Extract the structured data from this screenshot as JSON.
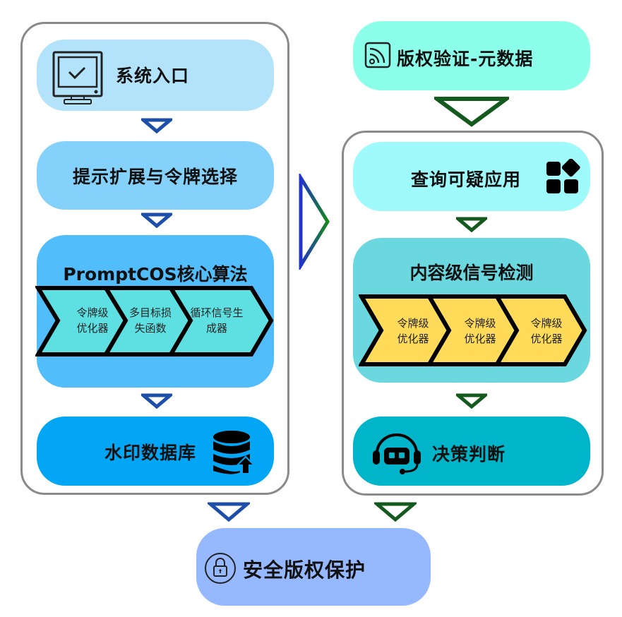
{
  "left_column": {
    "system_entry": {
      "label": "系统入口",
      "icon": "monitor-check-icon",
      "color": "#b3e3fb"
    },
    "prompt_expansion": {
      "label": "提示扩展与令牌选择",
      "color": "#84d1fb"
    },
    "core_algorithm": {
      "title": "PromptCOS核心算法",
      "color": "#52bdfb",
      "chevron_color": "#5ee0e2",
      "steps": [
        {
          "line1": "令牌级",
          "line2": "优化器"
        },
        {
          "line1": "多目标损",
          "line2": "失函数"
        },
        {
          "line1": "循环信号生",
          "line2": "成器"
        }
      ]
    },
    "watermark_db": {
      "label": "水印数据库",
      "icon": "database-upload-icon",
      "color": "#02a6f4"
    },
    "arrow_color": "#1d4fa8"
  },
  "right_column": {
    "copyright_verify": {
      "label": "版权验证-元数据",
      "icon": "rss-feed-icon",
      "color": "#8bffea"
    },
    "query_suspect": {
      "label": "查询可疑应用",
      "icon": "apps-grid-icon",
      "color": "#9ffafb"
    },
    "content_detection": {
      "title": "内容级信号检测",
      "color": "#6bd8e0",
      "chevron_color": "#ffdb59",
      "steps": [
        {
          "line1": "令牌级",
          "line2": "优化器"
        },
        {
          "line1": "令牌级",
          "line2": "优化器"
        },
        {
          "line1": "令牌级",
          "line2": "优化器"
        }
      ]
    },
    "decision": {
      "label": "决策判断",
      "icon": "headset-bot-icon",
      "color": "#00b5c9"
    },
    "arrow_color": "#145a1e"
  },
  "bottom": {
    "secure_protection": {
      "label": "安全版权保护",
      "icon": "lock-circle-icon",
      "color": "#96b8ff"
    }
  },
  "connector": {
    "icon": "triangle-right-arrow-icon",
    "gradient_from": "#2233cc",
    "gradient_to": "#138a1a"
  }
}
